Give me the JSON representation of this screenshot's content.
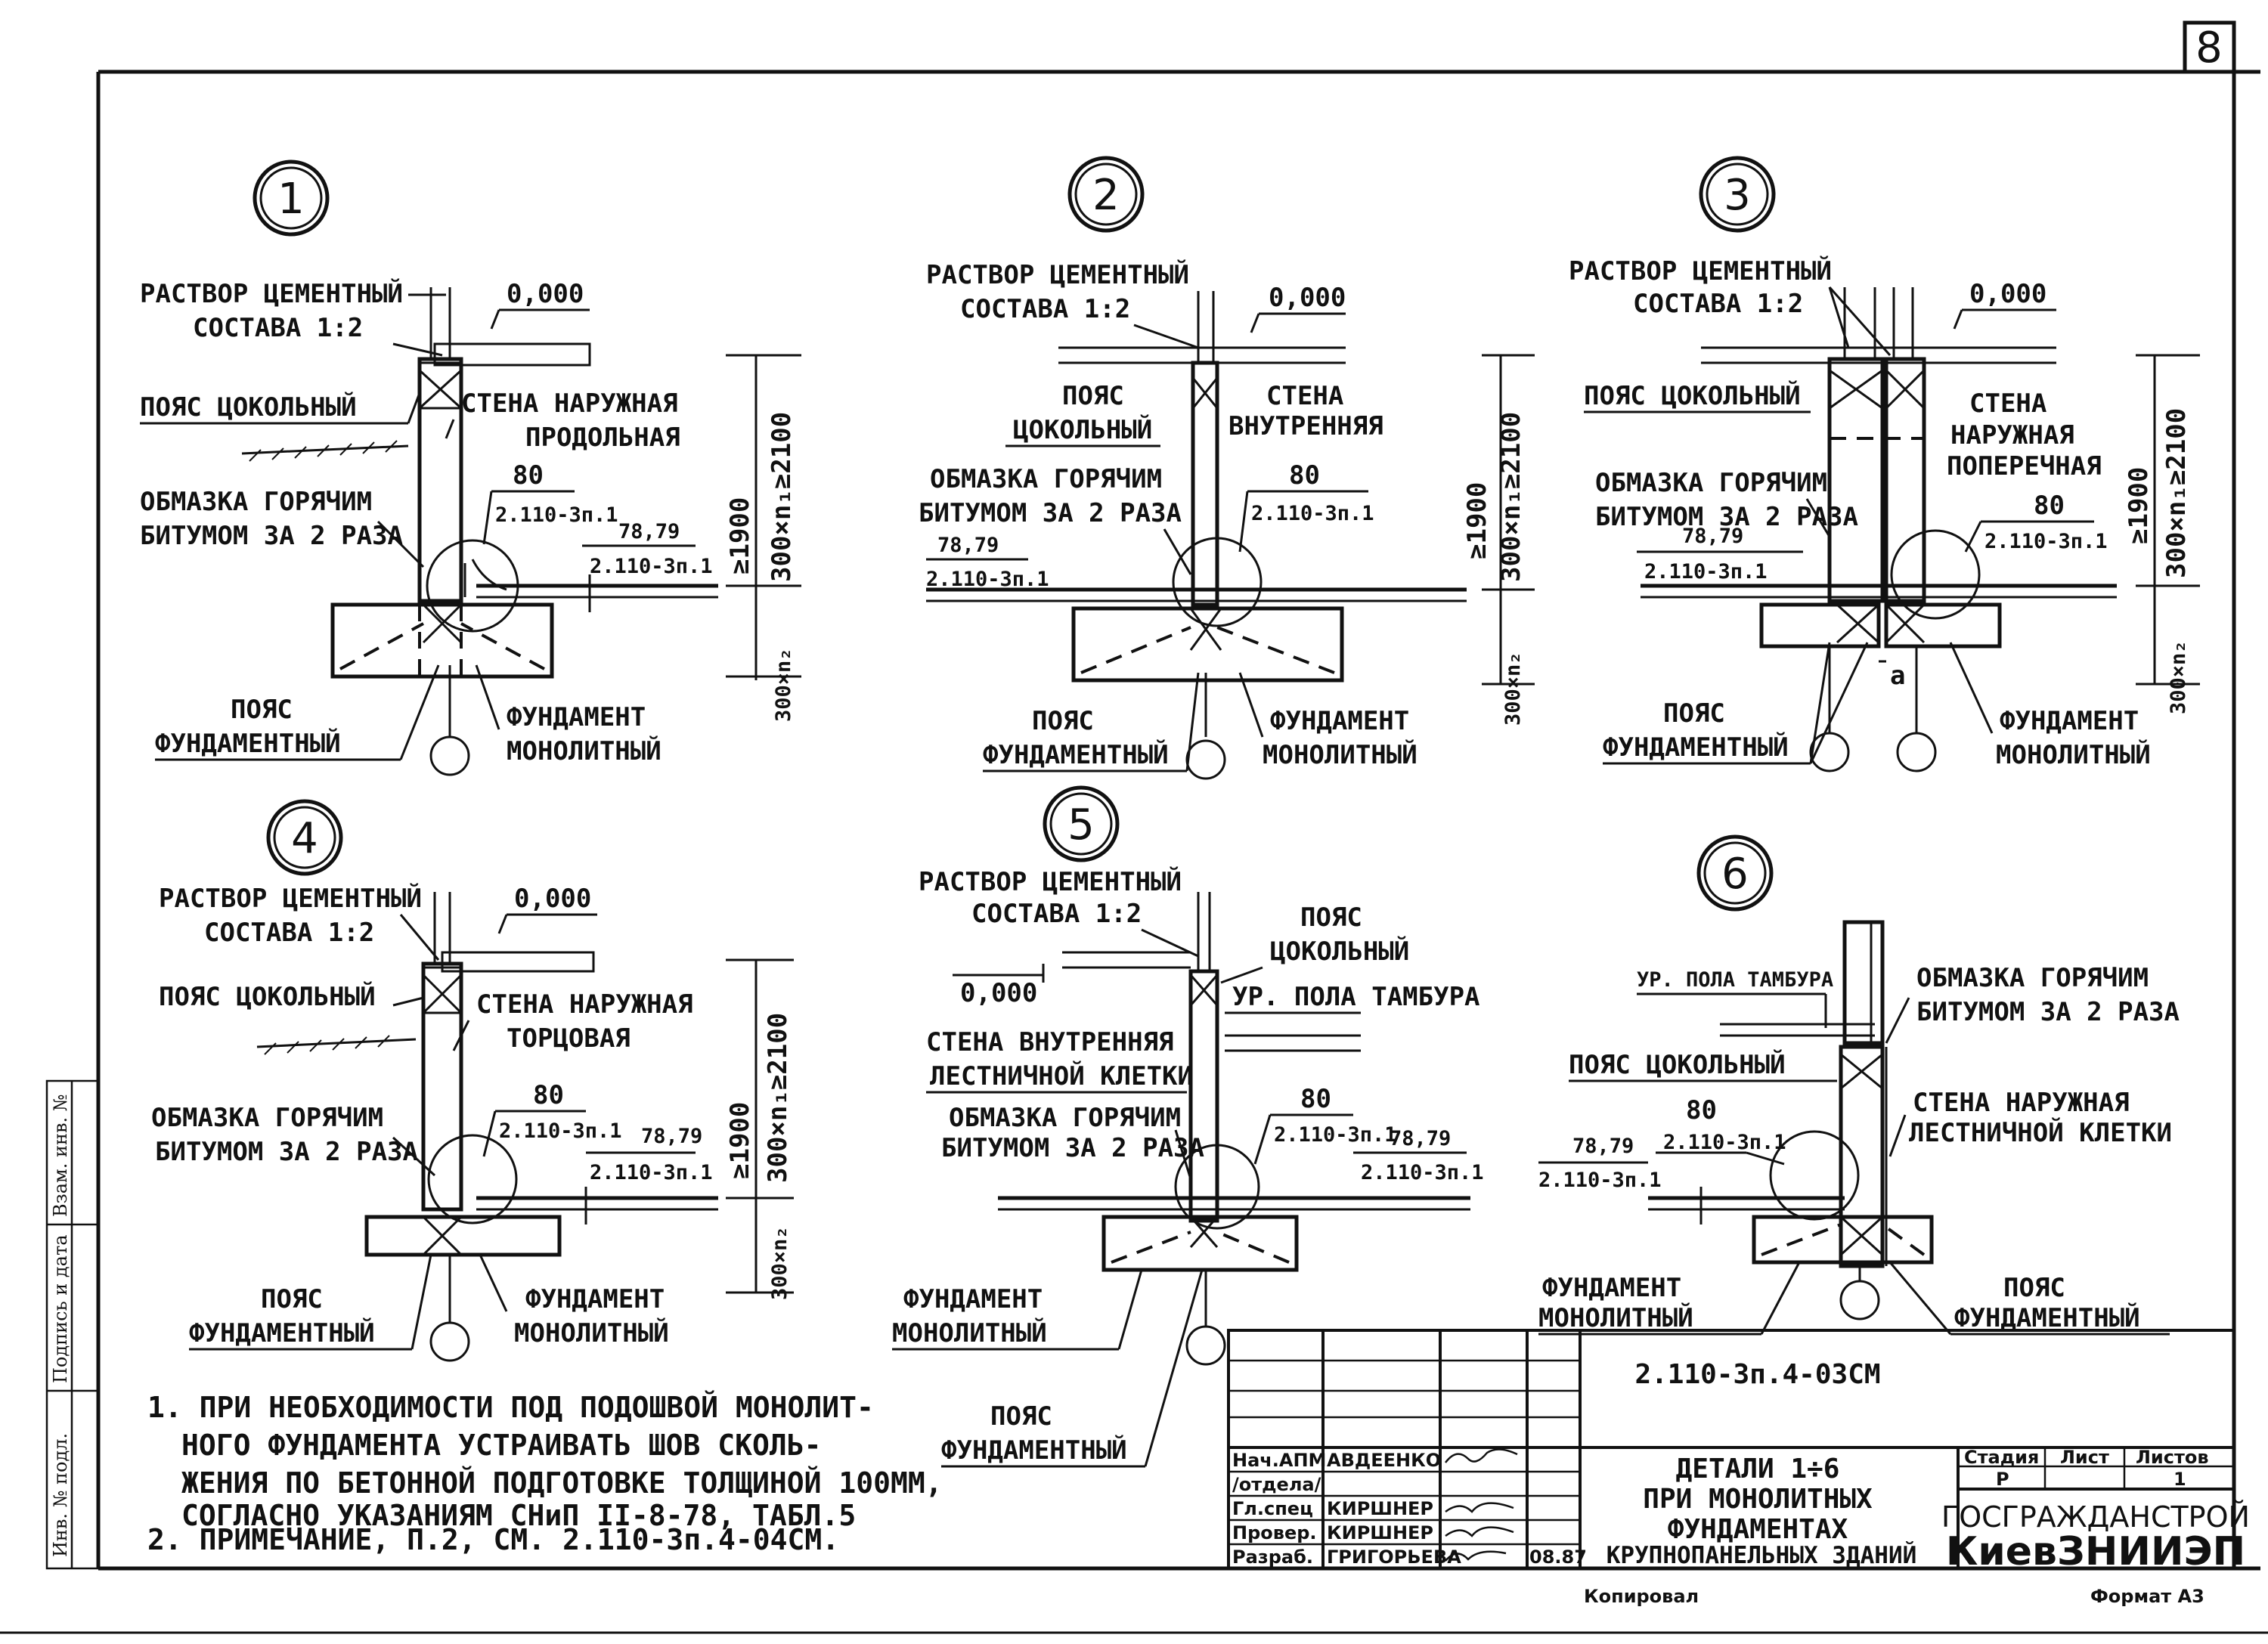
{
  "sheet": {
    "page_number": "8",
    "side_stamp": [
      "Инв. № подл.",
      "Подпись и дата",
      "Взам. инв. №"
    ],
    "footer_left": "Копировал",
    "footer_right": "Формат А3"
  },
  "common": {
    "rastvor_1": "РАСТВОР ЦЕМЕНТНЫЙ",
    "rastvor_2": "СОСТАВА 1:2",
    "zero": "0,000",
    "poyas_tsok": "ПОЯС ЦОКОЛЬНЫЙ",
    "poyas": "ПОЯС",
    "tsokolny": "ЦОКОЛЬНЫЙ",
    "obmazka_1": "ОБМАЗКА ГОРЯЧИМ",
    "obmazka_2": "БИТУМОМ ЗА 2 РАЗА",
    "fundamentny": "ФУНДАМЕНТНЫЙ",
    "fundament": "ФУНДАМЕНТ",
    "monolitny": "МОНОЛИТНЫЙ",
    "ref_80": "80",
    "ref_doc": "2.110-3п.1",
    "ref_7879": "78,79",
    "dim_1900": "≥1900",
    "dim_2100": "300×n₁≥2100",
    "dim_n2": "300×n₂",
    "a": "а",
    "ur_pola": "УР. ПОЛА ТАМБУРА",
    "stena": "СТЕНА",
    "stena_naruzh": "СТЕНА НАРУЖНАЯ"
  },
  "details": [
    {
      "num": "1",
      "wall_1": "СТЕНА НАРУЖНАЯ",
      "wall_2": "ПРОДОЛЬНАЯ"
    },
    {
      "num": "2",
      "wall_1": "СТЕНА",
      "wall_2": "ВНУТРЕННЯЯ"
    },
    {
      "num": "3",
      "wall_1": "СТЕНА",
      "wall_2": "НАРУЖНАЯ",
      "wall_3": "ПОПЕРЕЧНАЯ"
    },
    {
      "num": "4",
      "wall_1": "СТЕНА НАРУЖНАЯ",
      "wall_2": "ТОРЦОВАЯ"
    },
    {
      "num": "5",
      "wall_1": "СТЕНА ВНУТРЕННЯЯ",
      "wall_2": "ЛЕСТНИЧНОЙ КЛЕТКИ"
    },
    {
      "num": "6",
      "wall_1": "СТЕНА НАРУЖНАЯ",
      "wall_2": "ЛЕСТНИЧНОЙ КЛЕТКИ"
    }
  ],
  "notes": [
    "1. ПРИ НЕОБХОДИМОСТИ ПОД ПОДОШВОЙ МОНОЛИТ-",
    "НОГО ФУНДАМЕНТА УСТРАИВАТЬ ШОВ СКОЛЬ-",
    "ЖЕНИЯ ПО БЕТОННОЙ ПОДГОТОВКЕ ТОЛЩИНОЙ 100ММ,",
    "СОГЛАСНО УКАЗАНИЯМ СНиП II-8-78, ТАБЛ.5",
    "2. ПРИМЕЧАНИЕ, П.2, СМ. 2.110-3п.4-04СМ."
  ],
  "title_block": {
    "code": "2.110-3п.4-03СМ",
    "title": [
      "ДЕТАЛИ 1÷6",
      "ПРИ МОНОЛИТНЫХ",
      "ФУНДАМЕНТАХ",
      "КРУПНОПАНЕЛЬНЫХ ЗДАНИЙ"
    ],
    "stadia_label": "Стадия",
    "list_label": "Лист",
    "listov_label": "Листов",
    "stadia": "Р",
    "listov": "1",
    "org_1": "ГОСГРАЖДАНСТРОЙ",
    "org_2": "КиевЗНИИЭП",
    "roles": [
      {
        "role": "Нач.АПМ",
        "name": "АВДЕЕНКО"
      },
      {
        "role": "/отдела/",
        "name": ""
      },
      {
        "role": "Гл.спец",
        "name": "КИРШНЕР"
      },
      {
        "role": "Провер.",
        "name": "КИРШНЕР"
      },
      {
        "role": "Разраб.",
        "name": "ГРИГОРЬЕВА"
      }
    ],
    "date": "08.87"
  }
}
